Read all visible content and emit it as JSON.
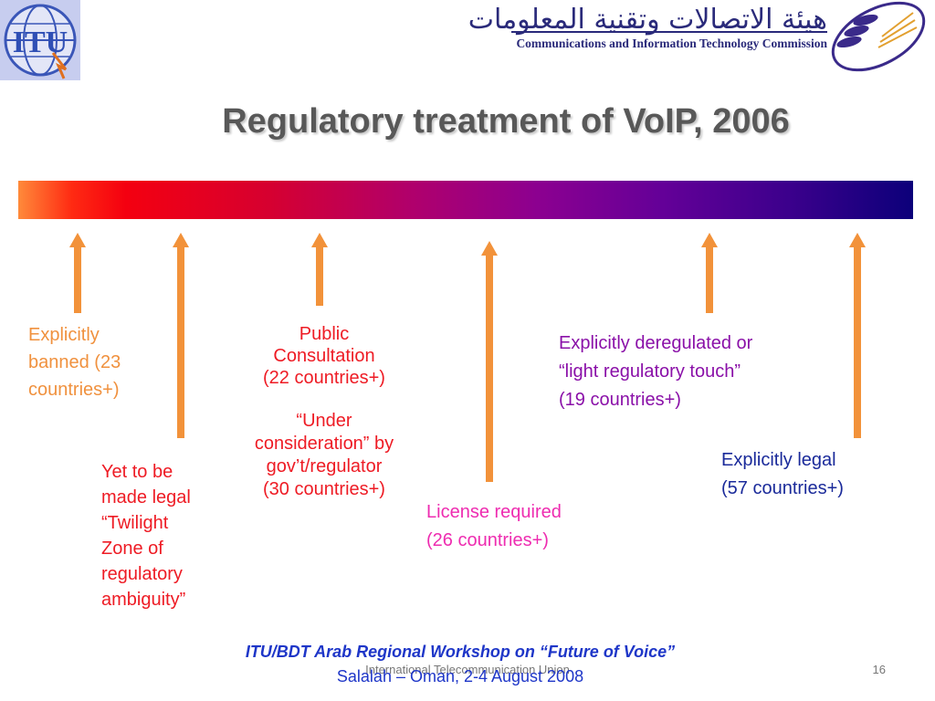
{
  "logos": {
    "itu_text": "ITU",
    "citc_arabic": "هيئة الاتصالات وتقنية المعلومات",
    "citc_english": "Communications and Information Technology Commission"
  },
  "title": "Regulatory treatment of VoIP, 2006",
  "labels": {
    "banned": [
      "Explicitly",
      "banned (23",
      "countries+)"
    ],
    "yet_to_be_legal": [
      "Yet to be",
      "made legal",
      "“Twilight",
      "Zone of",
      "regulatory",
      "ambiguity”"
    ],
    "public_consultation": [
      "Public",
      "Consultation",
      "(22 countries+)"
    ],
    "under_consideration": [
      "“Under",
      "consideration” by",
      "gov’t/regulator",
      "(30 countries+)"
    ],
    "license_required": [
      "License required",
      "(26 countries+)"
    ],
    "deregulated": [
      "Explicitly deregulated or",
      "“light regulatory touch”",
      "(19 countries+)"
    ],
    "legal": [
      "Explicitly legal",
      "(57 countries+)"
    ]
  },
  "footer": {
    "workshop": "ITU/BDT Arab Regional Workshop on “Future of Voice”",
    "place": "Salalah – Oman, 2-4 August 2008",
    "org": "International Telecommunication Union",
    "slide_number": "16"
  },
  "colors": {
    "arrow": "#f2923a",
    "banned": "#f0913e",
    "yet_to_be_legal": "#ee1b24",
    "public_consultation": "#ee1b24",
    "license_required": "#ee2cb0",
    "deregulated": "#8a10a8",
    "legal": "#1a2a9a"
  }
}
